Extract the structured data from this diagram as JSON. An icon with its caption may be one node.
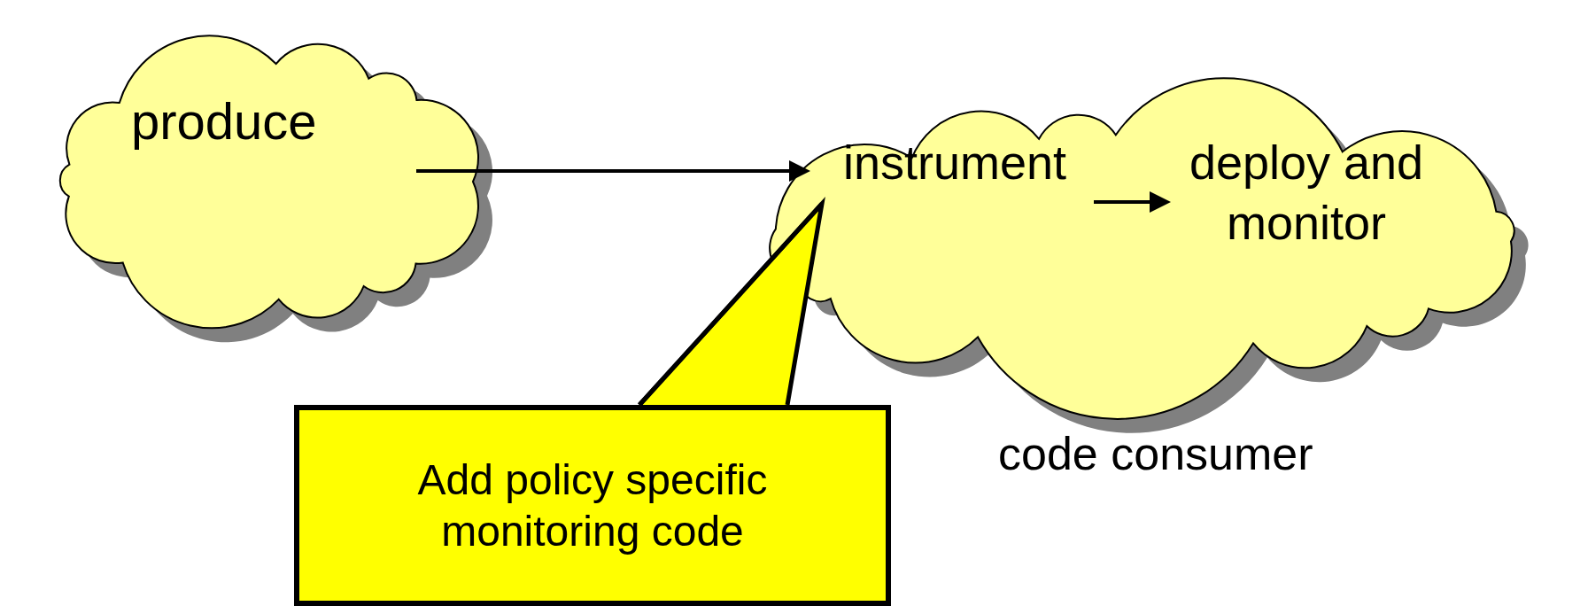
{
  "diagram": {
    "nodes": [
      {
        "text": [
          "produce"
        ]
      },
      {
        "text": [],
        "shape": "cloud",
        "beside": [
          "code consumer"
        ]
      },
      {
        "text": [
          "instrument"
        ],
        "in": 1
      },
      {
        "text": [
          "deploy and monitor"
        ],
        "in": 1
      },
      {
        "text": [
          "Add policy specific monitoring code"
        ]
      }
    ],
    "edges": [
      {
        "from": 0,
        "to": 2,
        "arrow": "to"
      },
      {
        "from": 2,
        "to": 3,
        "arrow": "to"
      },
      {
        "from": 4,
        "to": 2,
        "arrow": "none"
      }
    ]
  }
}
